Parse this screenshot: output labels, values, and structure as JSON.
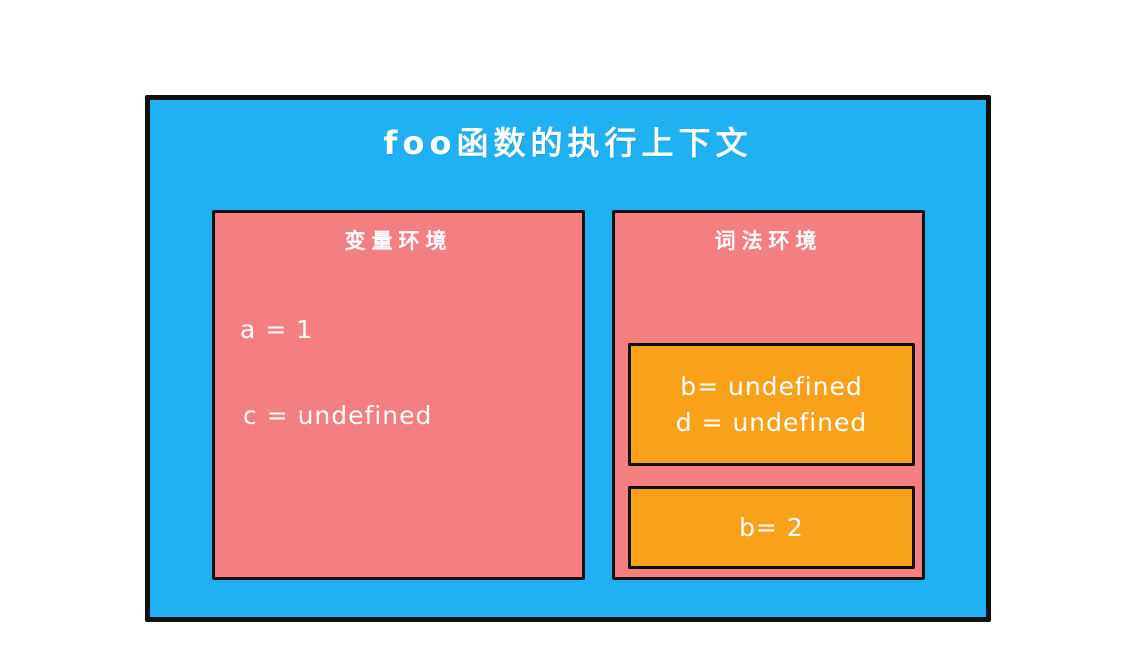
{
  "diagram": {
    "title": "foo函数的执行上下文",
    "variable_env": {
      "title": "变量环境",
      "entries": [
        "a = 1",
        "c = undefined"
      ]
    },
    "lexical_env": {
      "title": "词法环境",
      "blocks": [
        {
          "lines": [
            "b= undefined",
            "d = undefined"
          ]
        },
        {
          "lines": [
            "b= 2"
          ]
        }
      ]
    }
  },
  "colors": {
    "background": "#FFFFFF",
    "outer_box": "#20B1F3",
    "env_box": "#F47F80",
    "inner_block": "#F9A11B",
    "border": "#101010",
    "text": "#FFFFFF"
  }
}
